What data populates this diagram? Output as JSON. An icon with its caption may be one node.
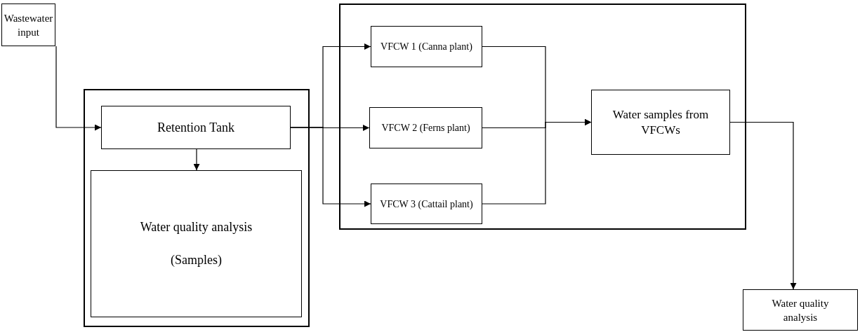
{
  "diagram": {
    "nodes": [
      {
        "text": [
          "Wastewater input"
        ]
      },
      {
        "text": [],
        "shape": "box"
      },
      {
        "text": [
          "Retention Tank"
        ],
        "in": 1
      },
      {
        "text": [
          "Water quality analysis",
          "(Samples)"
        ],
        "in": 1
      },
      {
        "text": [],
        "shape": "box"
      },
      {
        "text": [
          "VFCW 1 (Canna plant)"
        ],
        "in": 4
      },
      {
        "text": [
          "VFCW 2 (Ferns plant)"
        ],
        "in": 4
      },
      {
        "text": [
          "VFCW 3 (Cattail plant)"
        ],
        "in": 4
      },
      {
        "text": [
          "Water samples from VFCWs"
        ],
        "in": 4
      },
      {
        "text": [
          "Water quality analysis"
        ]
      }
    ],
    "edges": [
      {
        "from": 0,
        "to": 2,
        "arrow": "to"
      },
      {
        "from": 2,
        "to": 3,
        "arrow": "to"
      },
      {
        "from": 2,
        "to": 5,
        "arrow": "to"
      },
      {
        "from": 2,
        "to": 6,
        "arrow": "to"
      },
      {
        "from": 2,
        "to": 7,
        "arrow": "to"
      },
      {
        "from": 5,
        "to": 8,
        "arrow": "to"
      },
      {
        "from": 6,
        "to": 8,
        "arrow": "to"
      },
      {
        "from": 7,
        "to": 8,
        "arrow": "to"
      },
      {
        "from": 8,
        "to": 9,
        "arrow": "to"
      }
    ]
  }
}
